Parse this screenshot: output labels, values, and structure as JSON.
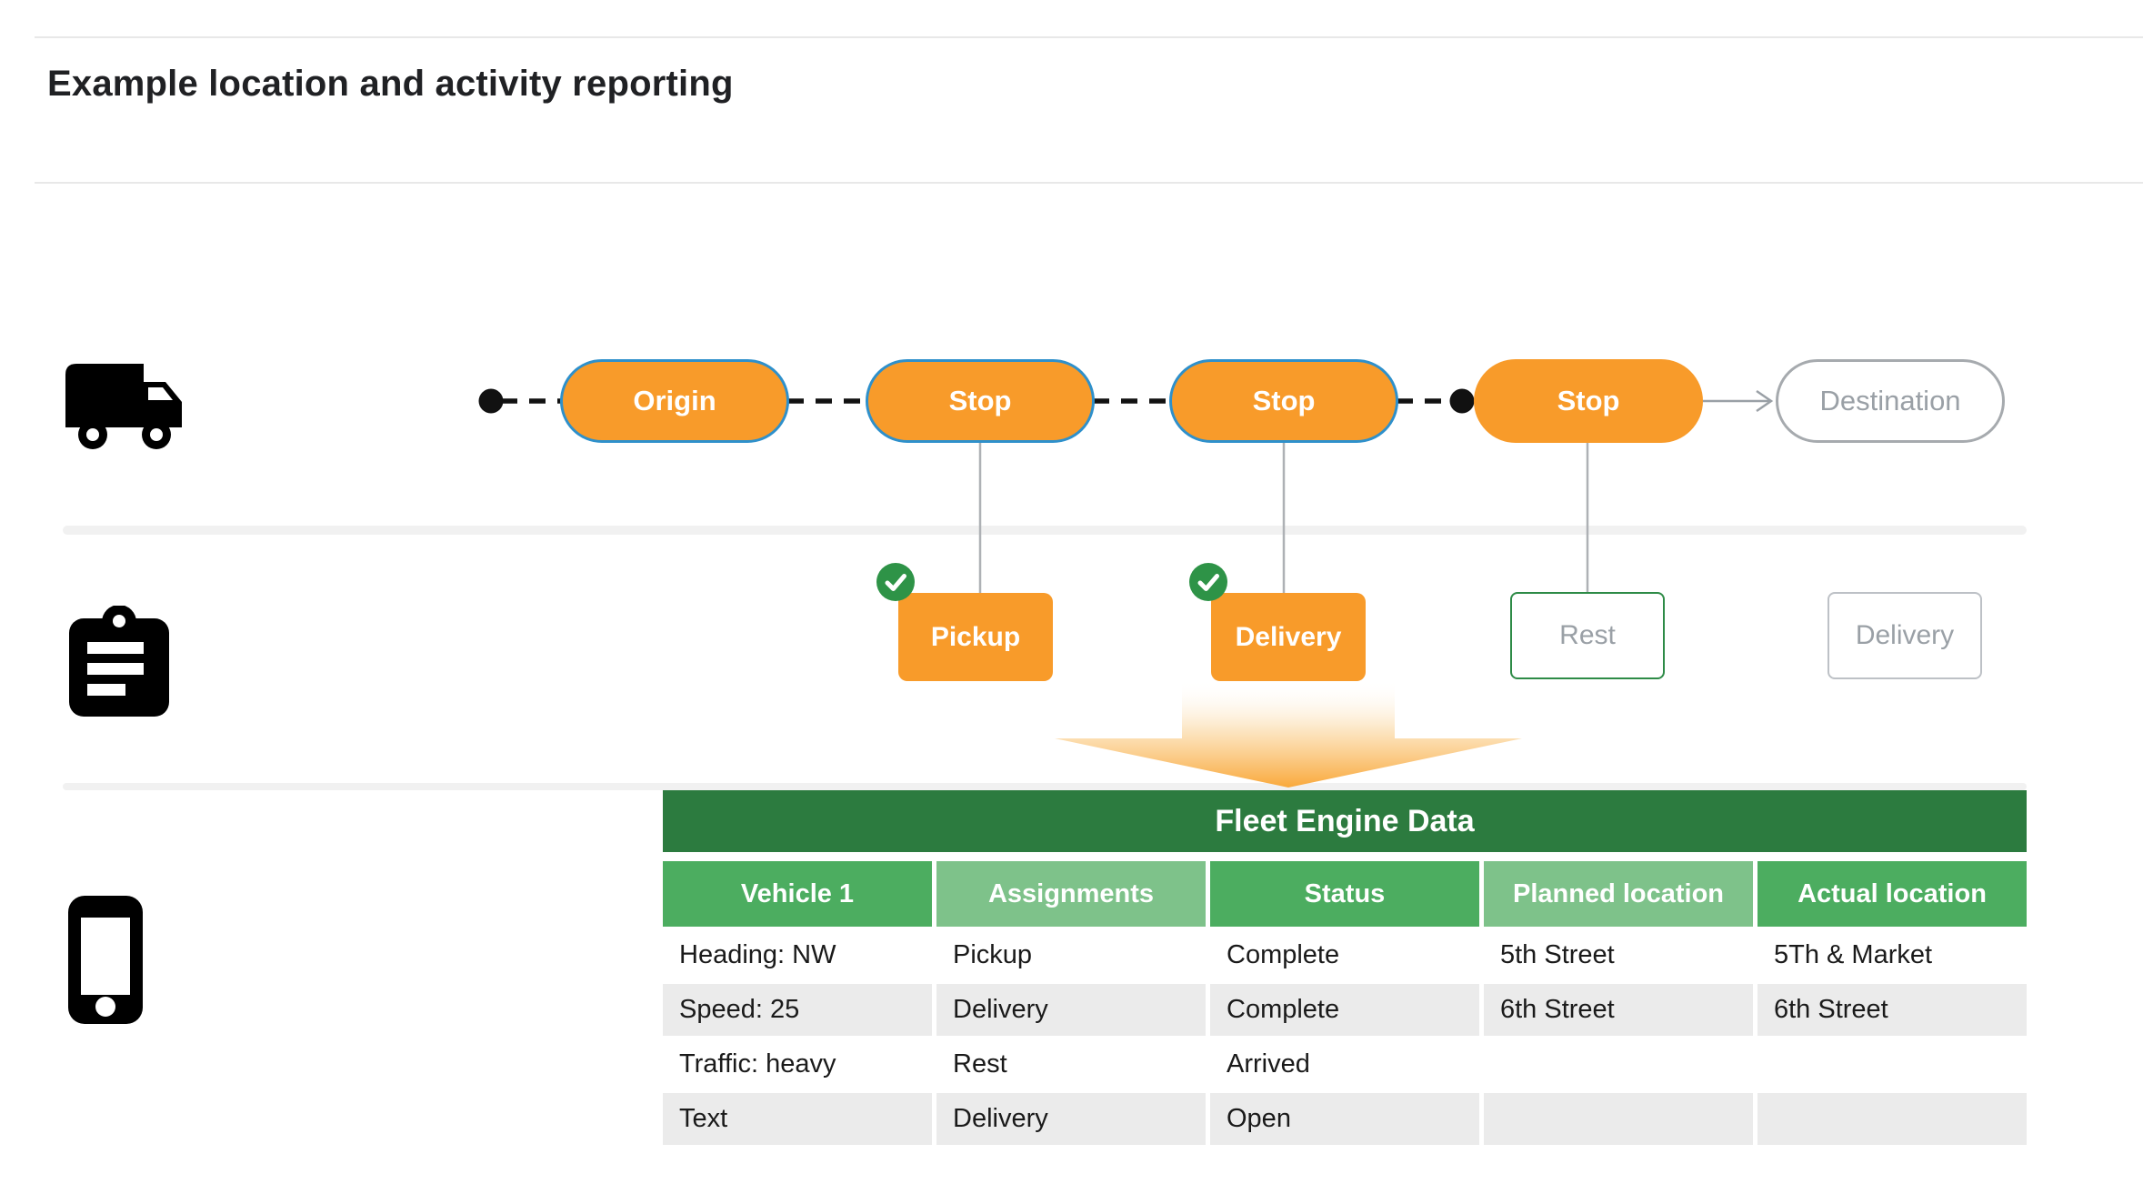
{
  "page": {
    "title": "Example location and activity reporting"
  },
  "route": {
    "nodes": [
      {
        "label": "Origin",
        "style": "filled-blue-border"
      },
      {
        "label": "Stop",
        "style": "filled-blue-border"
      },
      {
        "label": "Stop",
        "style": "filled-blue-border"
      },
      {
        "label": "Stop",
        "style": "filled"
      },
      {
        "label": "Destination",
        "style": "outline-gray"
      }
    ]
  },
  "activities": {
    "items": [
      {
        "label": "Pickup",
        "status": "completed"
      },
      {
        "label": "Delivery",
        "status": "completed"
      },
      {
        "label": "Rest",
        "status": "in-progress"
      },
      {
        "label": "Delivery",
        "status": "upcoming"
      }
    ]
  },
  "icons": {
    "row1": "truck-icon",
    "row2": "clipboard-icon",
    "row3": "phone-icon",
    "badge": "check-icon"
  },
  "table": {
    "title": "Fleet Engine Data",
    "columns": [
      "Vehicle 1",
      "Assignments",
      "Status",
      "Planned location",
      "Actual location"
    ],
    "rows": [
      [
        "Heading: NW",
        "Pickup",
        "Complete",
        "5th Street",
        "5Th & Market"
      ],
      [
        "Speed: 25",
        "Delivery",
        "Complete",
        "6th Street",
        "6th Street"
      ],
      [
        "Traffic: heavy",
        "Rest",
        "Arrived",
        "",
        ""
      ],
      [
        "Text",
        "Delivery",
        "Open",
        "",
        ""
      ]
    ]
  },
  "colors": {
    "orange": "#F89B2A",
    "blue_border": "#2E90CB",
    "check_green": "#2E9347",
    "table_header_green": "#2C7B3F",
    "column_green": "#4CAD60",
    "column_green_light": "#7EC28A",
    "row_alt_gray": "#EBEBEB",
    "muted_gray": "#9AA0A6",
    "arrow_orange": "#F9A93B"
  }
}
